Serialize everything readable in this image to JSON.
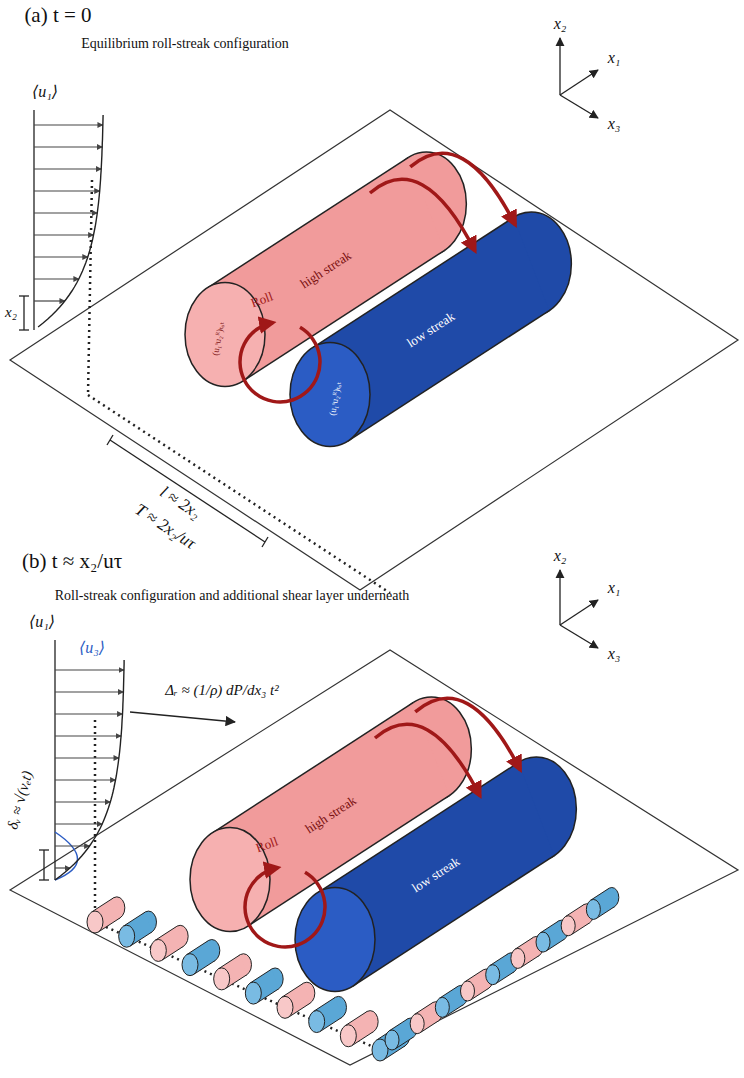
{
  "diagram": {
    "nodes": [
      {
        "text": [
          "high streak",
          "(u₁ˢu₂ᴿ)ₜₒₜ"
        ]
      },
      {
        "text": [
          "low streak",
          "(u₁ˢu₂ᴿ)ₜₒₜ"
        ]
      },
      {
        "text": [
          "high streak"
        ]
      },
      {
        "text": [
          "low streak"
        ]
      }
    ],
    "labels": [
      "(a) t = 0",
      "Equilibrium roll-streak configuration",
      "x₂",
      "x₁",
      "x₃",
      "⟨u₁⟩",
      "x₂",
      "Roll",
      "l ≈ 2x₂",
      "T ≈ 2x₂/uτ",
      "(b) t ≈ x₂/uτ",
      "Roll-streak configuration and additional shear layer underneath",
      "x₂",
      "x₁",
      "x₃",
      "⟨u₁⟩",
      "⟨u₃⟩",
      "Δᵣ ≈ (1/ρ) dP/dx₃ t²",
      "δᵥ ≈ √(νₑt)",
      "Roll"
    ]
  }
}
